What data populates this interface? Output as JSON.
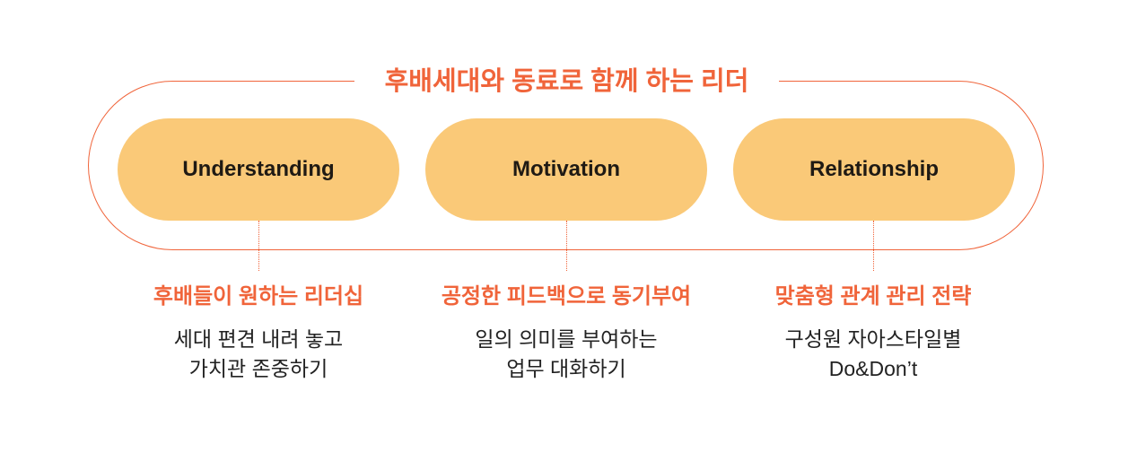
{
  "title": "후배세대와 동료로 함께 하는 리더",
  "colors": {
    "accent": "#f0643a",
    "pill": "#fac978"
  },
  "items": [
    {
      "label": "Understanding",
      "subtitle": "후배들이 원하는 리더십",
      "lines": [
        "세대 편견 내려 놓고",
        "가치관 존중하기"
      ]
    },
    {
      "label": "Motivation",
      "subtitle": "공정한 피드백으로 동기부여",
      "lines": [
        "일의 의미를 부여하는",
        "업무 대화하기"
      ]
    },
    {
      "label": "Relationship",
      "subtitle": "맞춤형 관계 관리 전략",
      "lines": [
        "구성원 자아스타일별",
        "Do&Don’t"
      ]
    }
  ]
}
